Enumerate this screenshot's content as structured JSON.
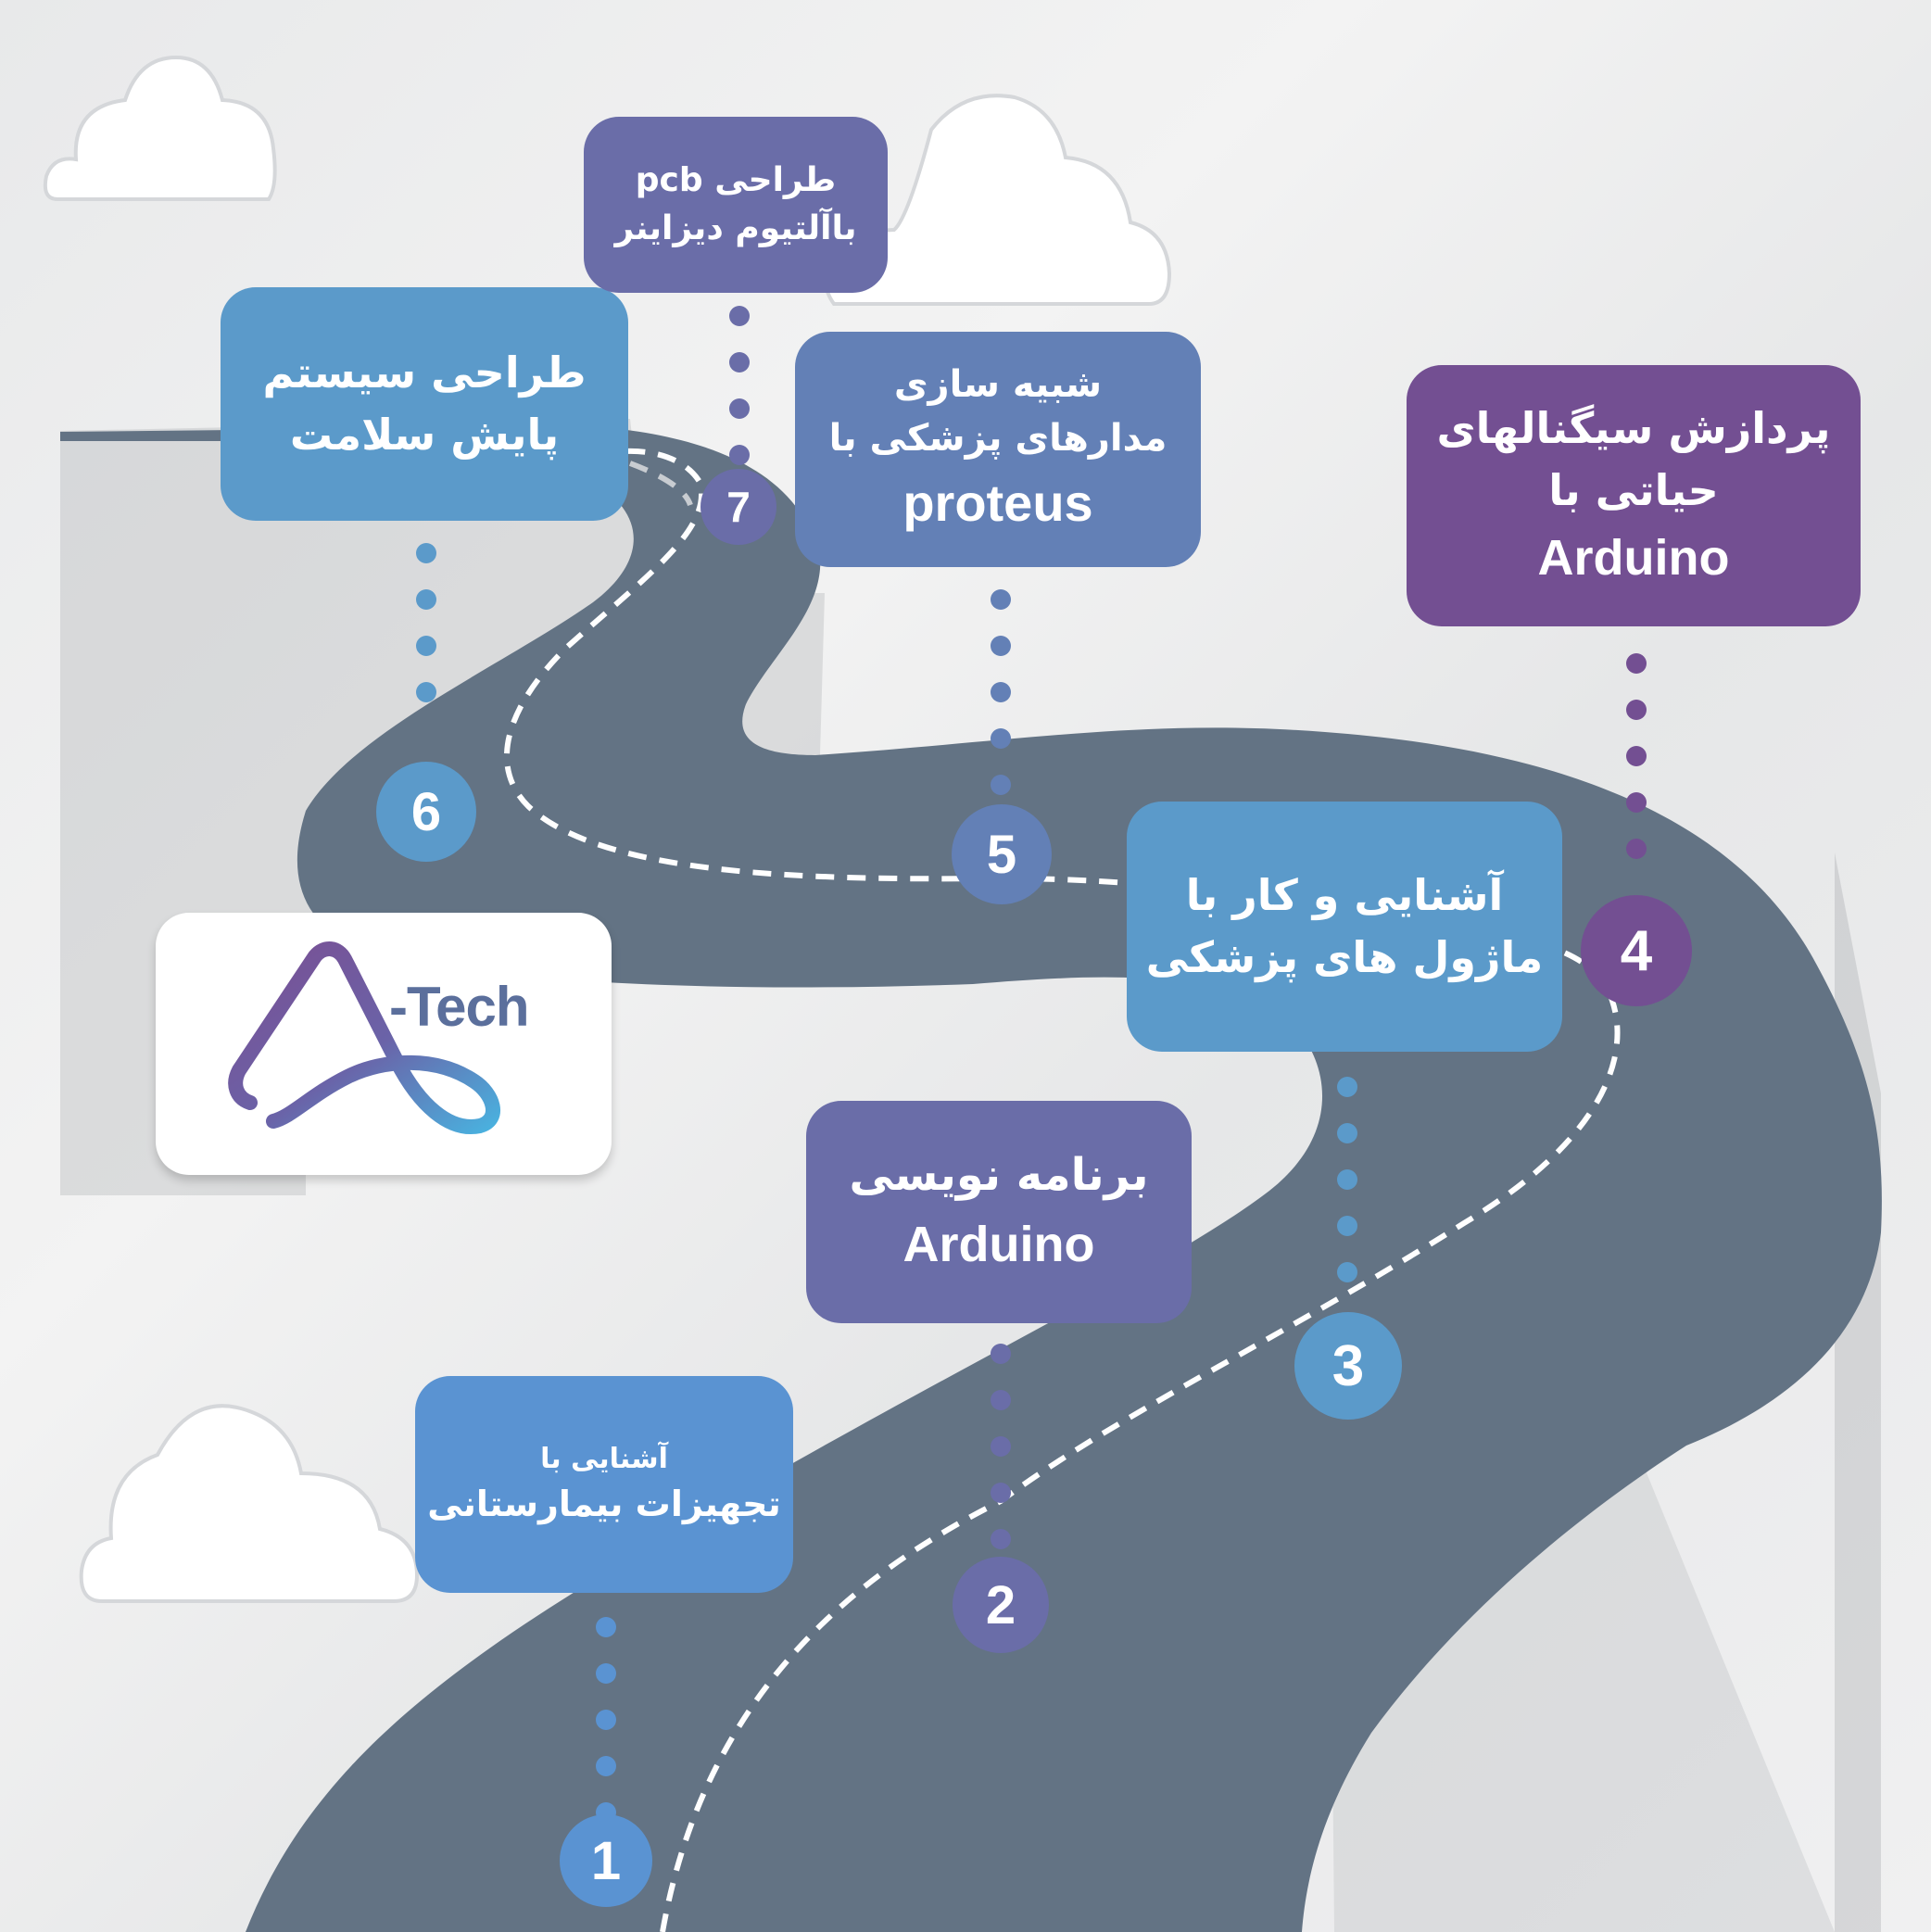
{
  "colors": {
    "road": "#637384",
    "road_shadow": "#aeb1b4",
    "dash": "#ffffff",
    "blue": "#5a93d2",
    "steel_blue": "#5b9aca",
    "indigo": "#6a6da8",
    "slate_blue": "#6380b6",
    "purple": "#734f92",
    "cloud": "#ffffff"
  },
  "logo": {
    "text": "-Tech",
    "icon": "a-tech-logo-icon"
  },
  "steps": [
    {
      "number": "1",
      "lines": [
        "آشنایی با",
        "تجهیزات بیمارستانی"
      ]
    },
    {
      "number": "2",
      "lines": [
        "برنامه نویسی",
        "Arduino"
      ]
    },
    {
      "number": "3",
      "lines": [
        "آشنایی و کار با",
        "ماژول های پزشکی"
      ]
    },
    {
      "number": "4",
      "lines": [
        "پردازش سیگنالهای",
        "حیاتی با",
        "Arduino"
      ]
    },
    {
      "number": "5",
      "lines": [
        "شبیه سازی",
        "مدارهای پزشکی با",
        "proteus"
      ]
    },
    {
      "number": "6",
      "lines": [
        "طراحی سیستم",
        "پایش سلامت"
      ]
    },
    {
      "number": "7",
      "lines": [
        "طراحی pcb",
        "باآلتیوم دیزاینر"
      ]
    }
  ]
}
